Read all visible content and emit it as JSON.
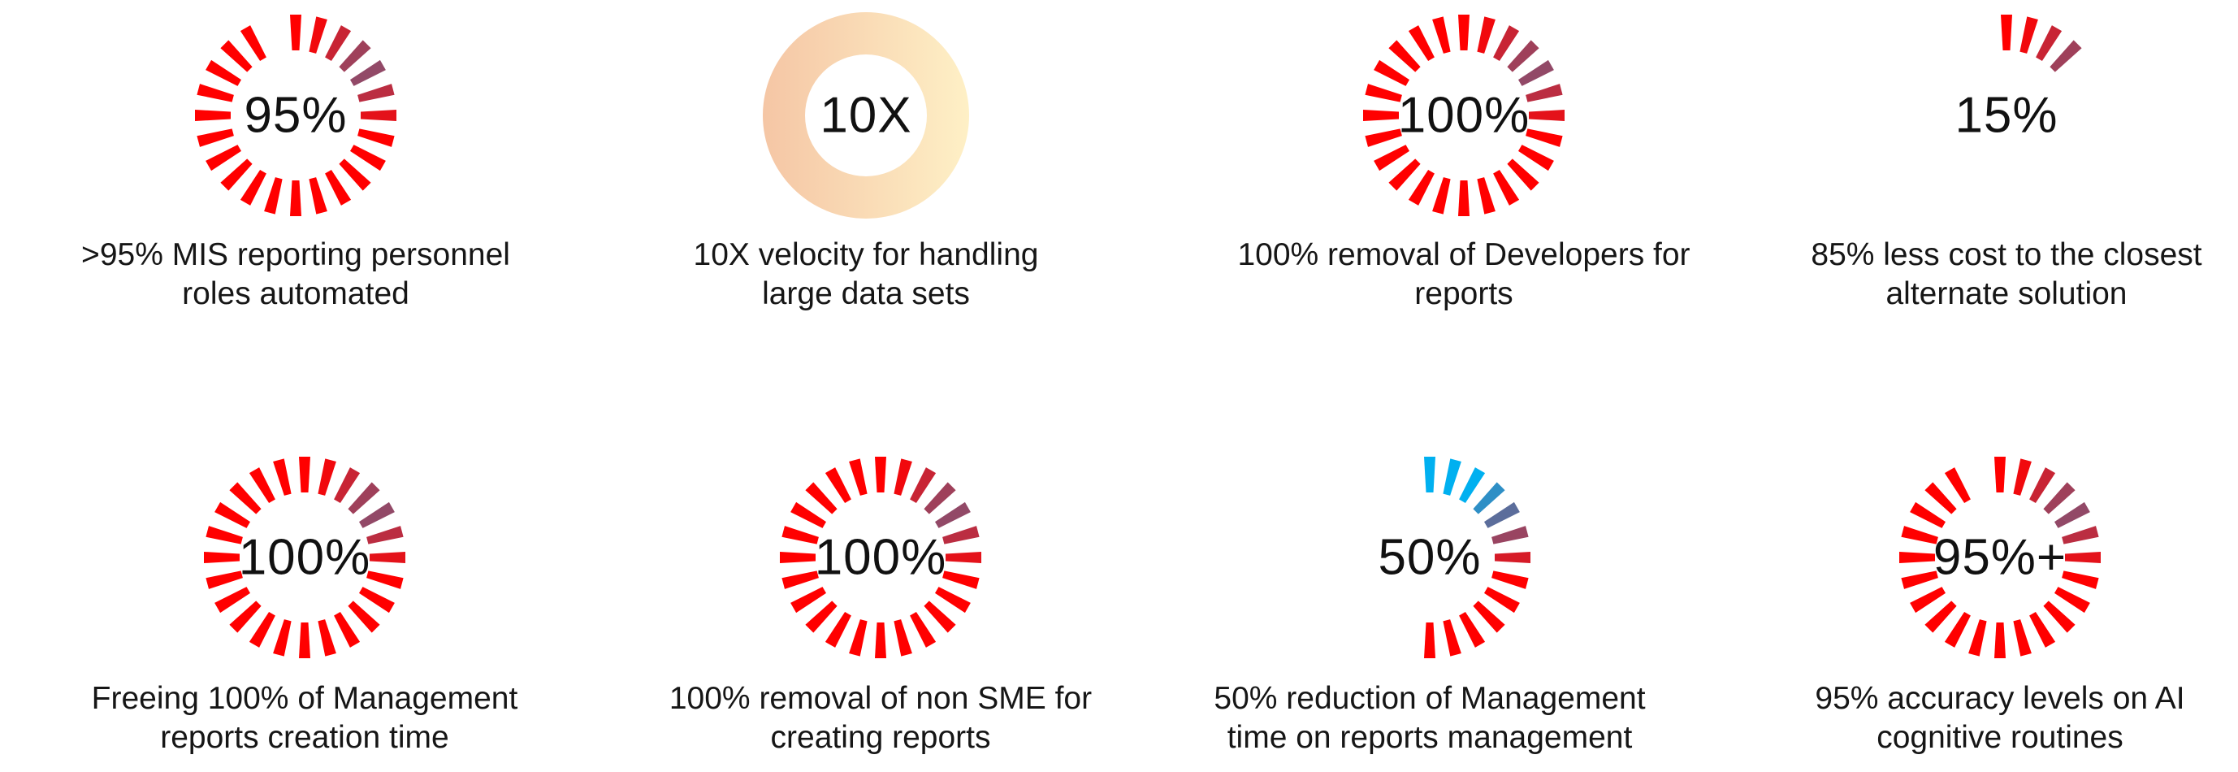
{
  "colors": {
    "red": "#ff0000",
    "slate": "#5b6d9b",
    "cyan": "#00b0f0",
    "donut_left": "#f5c6a5",
    "donut_right": "#fef0c6"
  },
  "stats": [
    {
      "value": "95%",
      "percent": 95,
      "style": "red",
      "caption_lines": [
        ">95% MIS reporting personnel",
        "roles automated"
      ]
    },
    {
      "value": "10X",
      "percent": 100,
      "style": "donut",
      "caption_lines": [
        "10X velocity for handling",
        "large data sets"
      ]
    },
    {
      "value": "100%",
      "percent": 100,
      "style": "red",
      "caption_lines": [
        "100% removal of Developers for",
        "reports"
      ]
    },
    {
      "value": "15%",
      "percent": 15,
      "style": "red",
      "caption_lines": [
        "85% less cost to the closest",
        "alternate solution"
      ]
    },
    {
      "value": "100%",
      "percent": 100,
      "style": "red",
      "caption_lines": [
        "Freeing 100% of Management",
        "reports creation time"
      ]
    },
    {
      "value": "100%",
      "percent": 100,
      "style": "red",
      "caption_lines": [
        "100% removal of non SME for",
        "creating reports"
      ]
    },
    {
      "value": "50%",
      "percent": 50,
      "style": "cyan",
      "caption_lines": [
        "50% reduction of Management",
        "time on reports management"
      ]
    },
    {
      "value": "95%+",
      "percent": 95,
      "style": "red",
      "caption_lines": [
        "95% accuracy levels on AI",
        "cognitive routines"
      ]
    }
  ]
}
